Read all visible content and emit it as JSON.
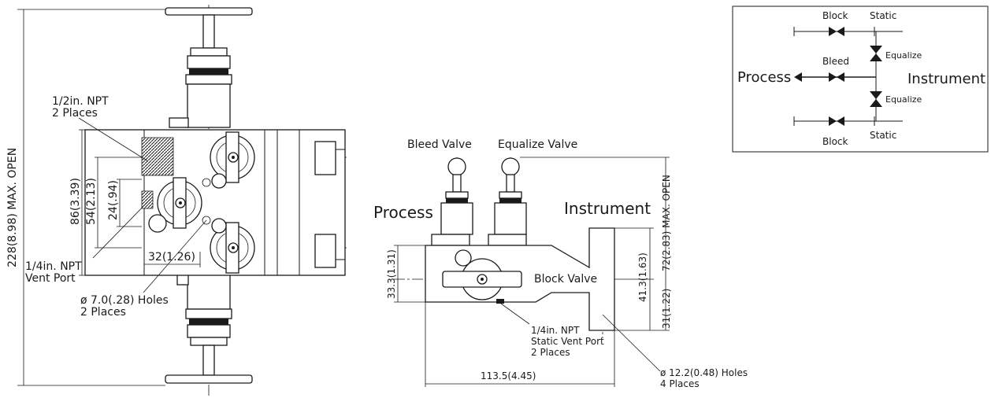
{
  "front_view": {
    "dims": {
      "overall_height": "228(8.98) MAX. OPEN",
      "height_86": "86(3.39)",
      "height_54": "54(2.13)",
      "height_24": "24(.94)",
      "width_32": "32(1.26)"
    },
    "callouts": {
      "npt_half_line1": "1/2in. NPT",
      "npt_half_line2": "2 Places",
      "vent_line1": "1/4in. NPT",
      "vent_line2": "Vent Port",
      "holes_line1": "ø 7.0(.28) Holes",
      "holes_line2": "2 Places"
    }
  },
  "side_view": {
    "labels": {
      "bleed_valve": "Bleed Valve",
      "equalize_valve": "Equalize Valve",
      "process": "Process",
      "instrument": "Instrument",
      "block_valve": "Block Valve"
    },
    "dims": {
      "max_open": "72(2.83) MAX. OPEN",
      "h_33": "33.3(1.31)",
      "h_41": "41.3(1.63)",
      "h_31": "31(1.22)",
      "width_113": "113.5(4.45)"
    },
    "callouts": {
      "static_vent_line1": "1/4in. NPT",
      "static_vent_line2": "Static Vent Port",
      "static_vent_line3": "2 Places",
      "holes_line1": "ø 12.2(0.48) Holes",
      "holes_line2": "4 Places"
    }
  },
  "schematic": {
    "block_top": "Block",
    "static_top": "Static",
    "equalize_top": "Equalize",
    "bleed": "Bleed",
    "process": "Process",
    "instrument": "Instrument",
    "equalize_bottom": "Equalize",
    "block_bottom": "Block",
    "static_bottom": "Static"
  }
}
